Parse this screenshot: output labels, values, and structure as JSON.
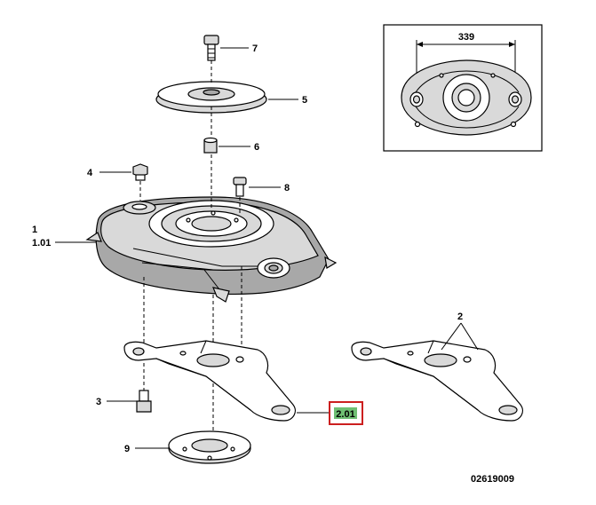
{
  "callouts": {
    "c1": "1",
    "c1_01": "1.01",
    "c2_top": "2",
    "c2_01": "2.01",
    "c3": "3",
    "c4": "4",
    "c5": "5",
    "c6": "6",
    "c7": "7",
    "c8": "8",
    "c9": "9"
  },
  "dimension": "339",
  "drawing_number": "02619009",
  "colors": {
    "highlight_box": "#cc1f1f",
    "highlight_fill": "#6fbf73"
  }
}
